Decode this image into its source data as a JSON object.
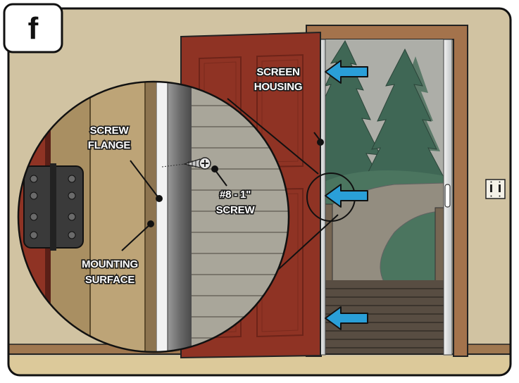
{
  "step": {
    "letter": "f"
  },
  "labels": {
    "screen_housing": [
      "SCREEN",
      "HOUSING"
    ],
    "screw_flange": [
      "SCREW",
      "FLANGE"
    ],
    "screw_size": [
      "#8 - 1\"",
      "SCREW"
    ],
    "mounting_surface": [
      "MOUNTING",
      "SURFACE"
    ]
  },
  "colors": {
    "wall": "#d1c3a2",
    "floor": "#dcc99a",
    "baseboard": "#a07850",
    "door": "#8f3324",
    "door_panel_line": "#6e2419",
    "trim": "#a4734c",
    "arrow": "#2a9fd8",
    "sky": "#a6a8a1",
    "trees": "#2f5b47",
    "path": "#8a8476",
    "deck": "#4a3e32",
    "housing": "#d9dcdd"
  },
  "icons": {
    "arrows": "arrow-left-icon",
    "screw": "screw-icon",
    "hinge": "hinge-icon",
    "outlet": "light-switch-icon"
  }
}
